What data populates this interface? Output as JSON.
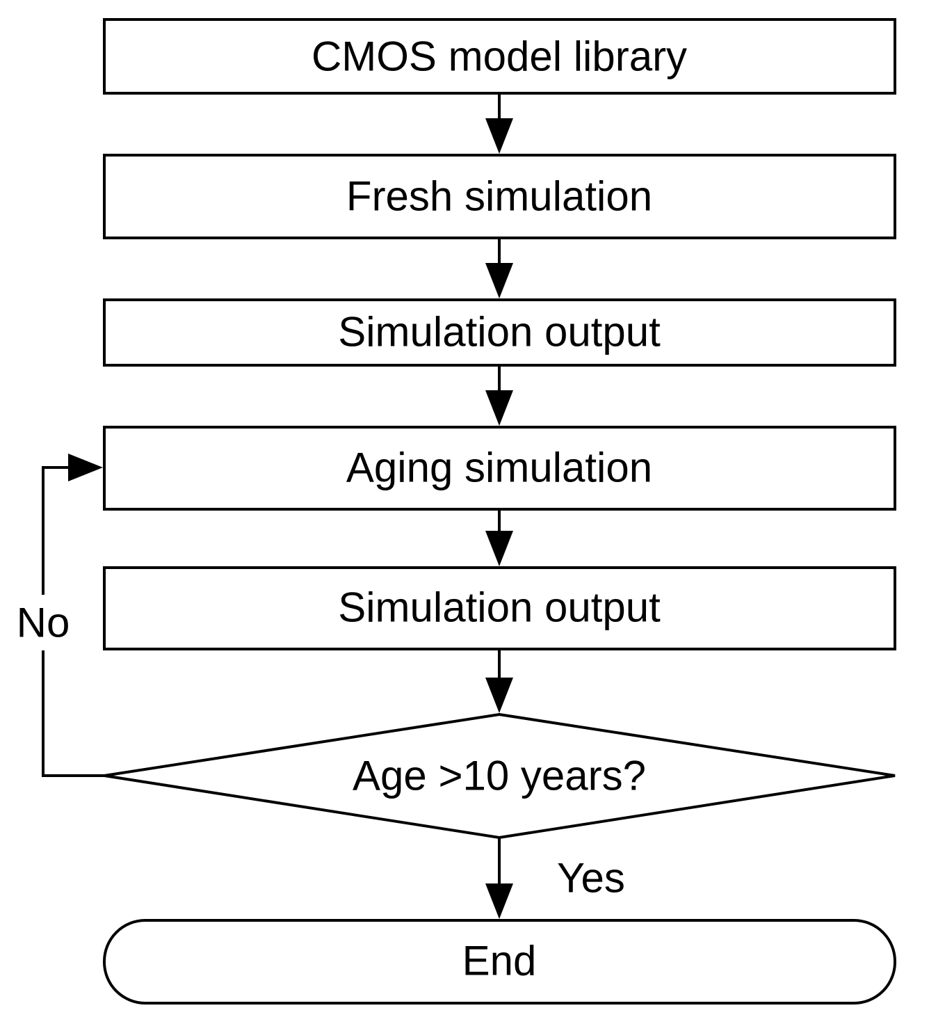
{
  "nodes": {
    "cmos_model_library": "CMOS model library",
    "fresh_simulation": "Fresh simulation",
    "simulation_output_1": "Simulation output",
    "aging_simulation": "Aging simulation",
    "simulation_output_2": "Simulation output",
    "decision_age": "Age >10 years?",
    "end": "End"
  },
  "edge_labels": {
    "no": "No",
    "yes": "Yes"
  },
  "colors": {
    "stroke": "#000000",
    "fill": "#ffffff",
    "text": "#000000"
  }
}
